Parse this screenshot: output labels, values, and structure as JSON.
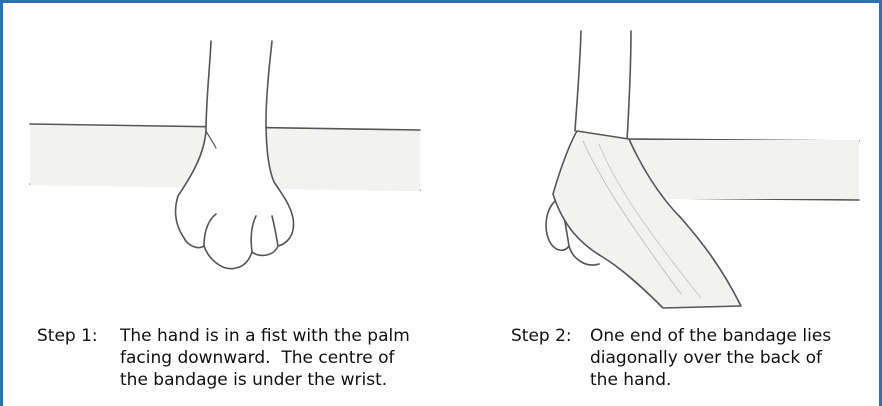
{
  "steps": [
    {
      "label": "Step 1:",
      "lines": [
        "The hand is in a fist with the palm",
        "facing downward.  The centre of",
        "the bandage is under the wrist."
      ]
    },
    {
      "label": "Step 2:",
      "lines": [
        "One end of the bandage lies",
        "diagonally over the back of",
        "the hand."
      ]
    }
  ],
  "colors": {
    "border": "#2f6fb6",
    "line_art": "#555555",
    "bandage_fill": "#f2f2f0"
  }
}
